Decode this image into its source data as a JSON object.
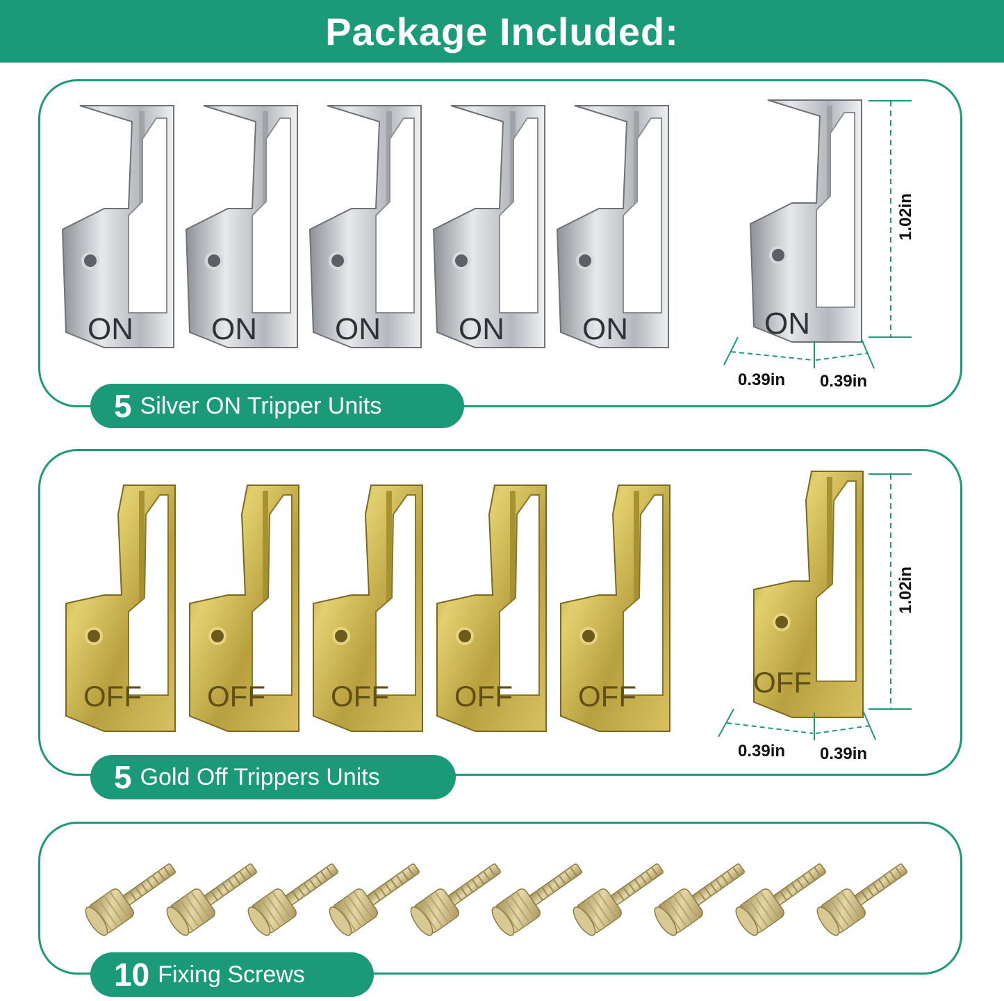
{
  "header": {
    "title": "Package Included:"
  },
  "sections": [
    {
      "id": "silver",
      "count": "5",
      "label": "Silver ON Tripper Units",
      "stamp": "ON",
      "height_dim": "1.02in",
      "width_dim_left": "0.39in",
      "width_dim_right": "0.39in"
    },
    {
      "id": "gold",
      "count": "5",
      "label": "Gold Off Trippers Units",
      "stamp": "OFF",
      "height_dim": "1.02in",
      "width_dim_left": "0.39in",
      "width_dim_right": "0.39in"
    },
    {
      "id": "screws",
      "count": "10",
      "label": "Fixing Screws"
    }
  ],
  "colors": {
    "accent": "#1a9a78",
    "silver": "#c9ccd0",
    "gold": "#c8b049"
  }
}
